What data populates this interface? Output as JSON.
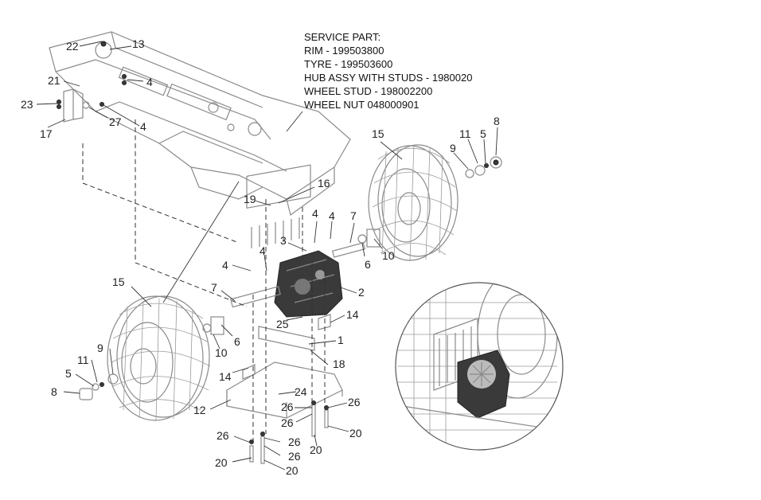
{
  "service_part": {
    "heading": "SERVICE PART:",
    "lines": [
      "RIM - 199503800",
      "TYRE - 199503600",
      "HUB ASSY WITH STUDS - 1980020",
      "WHEEL STUD - 198002200",
      "WHEEL NUT 048000901"
    ]
  },
  "callouts": [
    {
      "id": "c1",
      "label": "22"
    },
    {
      "id": "c2",
      "label": "13"
    },
    {
      "id": "c3",
      "label": "21"
    },
    {
      "id": "c4",
      "label": "4"
    },
    {
      "id": "c5",
      "label": "23"
    },
    {
      "id": "c6",
      "label": "27"
    },
    {
      "id": "c7",
      "label": "4"
    },
    {
      "id": "c8",
      "label": "17"
    },
    {
      "id": "c9",
      "label": "15"
    },
    {
      "id": "c10",
      "label": "11"
    },
    {
      "id": "c11",
      "label": "5"
    },
    {
      "id": "c12",
      "label": "8"
    },
    {
      "id": "c13",
      "label": "9"
    },
    {
      "id": "c14",
      "label": "16"
    },
    {
      "id": "c15",
      "label": "19"
    },
    {
      "id": "c16",
      "label": "4"
    },
    {
      "id": "c17",
      "label": "4"
    },
    {
      "id": "c18",
      "label": "7"
    },
    {
      "id": "c19",
      "label": "3"
    },
    {
      "id": "c20",
      "label": "6"
    },
    {
      "id": "c21",
      "label": "10"
    },
    {
      "id": "c22",
      "label": "4"
    },
    {
      "id": "c23",
      "label": "4"
    },
    {
      "id": "c24",
      "label": "2"
    },
    {
      "id": "c25",
      "label": "15"
    },
    {
      "id": "c26",
      "label": "7"
    },
    {
      "id": "c27",
      "label": "14"
    },
    {
      "id": "c28",
      "label": "25"
    },
    {
      "id": "c29",
      "label": "9"
    },
    {
      "id": "c30",
      "label": "6"
    },
    {
      "id": "c31",
      "label": "1"
    },
    {
      "id": "c32",
      "label": "11"
    },
    {
      "id": "c33",
      "label": "10"
    },
    {
      "id": "c34",
      "label": "18"
    },
    {
      "id": "c35",
      "label": "5"
    },
    {
      "id": "c36",
      "label": "14"
    },
    {
      "id": "c37",
      "label": "8"
    },
    {
      "id": "c38",
      "label": "24"
    },
    {
      "id": "c39",
      "label": "12"
    },
    {
      "id": "c40",
      "label": "26"
    },
    {
      "id": "c41",
      "label": "26"
    },
    {
      "id": "c42",
      "label": "26"
    },
    {
      "id": "c43",
      "label": "26"
    },
    {
      "id": "c44",
      "label": "20"
    },
    {
      "id": "c45",
      "label": "26"
    },
    {
      "id": "c46",
      "label": "26"
    },
    {
      "id": "c47",
      "label": "20"
    },
    {
      "id": "c48",
      "label": "20"
    },
    {
      "id": "c49",
      "label": "20"
    }
  ]
}
